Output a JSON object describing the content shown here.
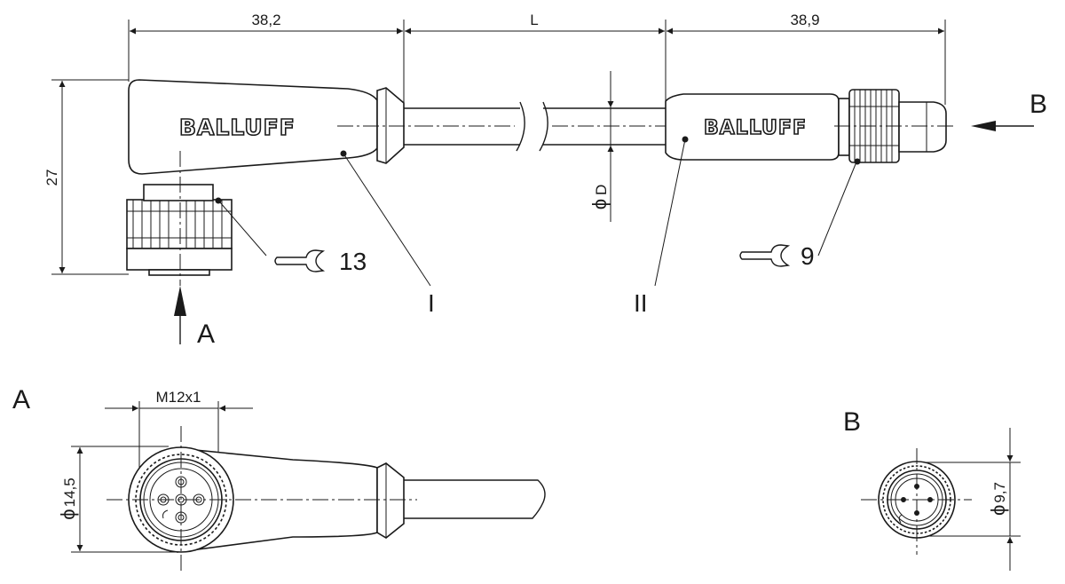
{
  "dimensions": {
    "left_length": "38,2",
    "middle_length": "L",
    "right_length": "38,9",
    "height": "27",
    "cable_diameter": "D",
    "thread": "M12x1",
    "diameter_a": "14,5",
    "diameter_b": "9,7"
  },
  "brand": {
    "left": "BALLUFF",
    "right": "BALLUFF"
  },
  "wrench": {
    "left_size": "13",
    "right_size": "9"
  },
  "callouts": {
    "left_part": "I",
    "right_part": "II"
  },
  "views": {
    "arrow_a": "A",
    "arrow_b": "B",
    "view_a_title": "A",
    "view_b_title": "B"
  },
  "symbols": {
    "diameter": "ϕ"
  },
  "colors": {
    "line": "#1a1a1a",
    "background": "#ffffff"
  }
}
